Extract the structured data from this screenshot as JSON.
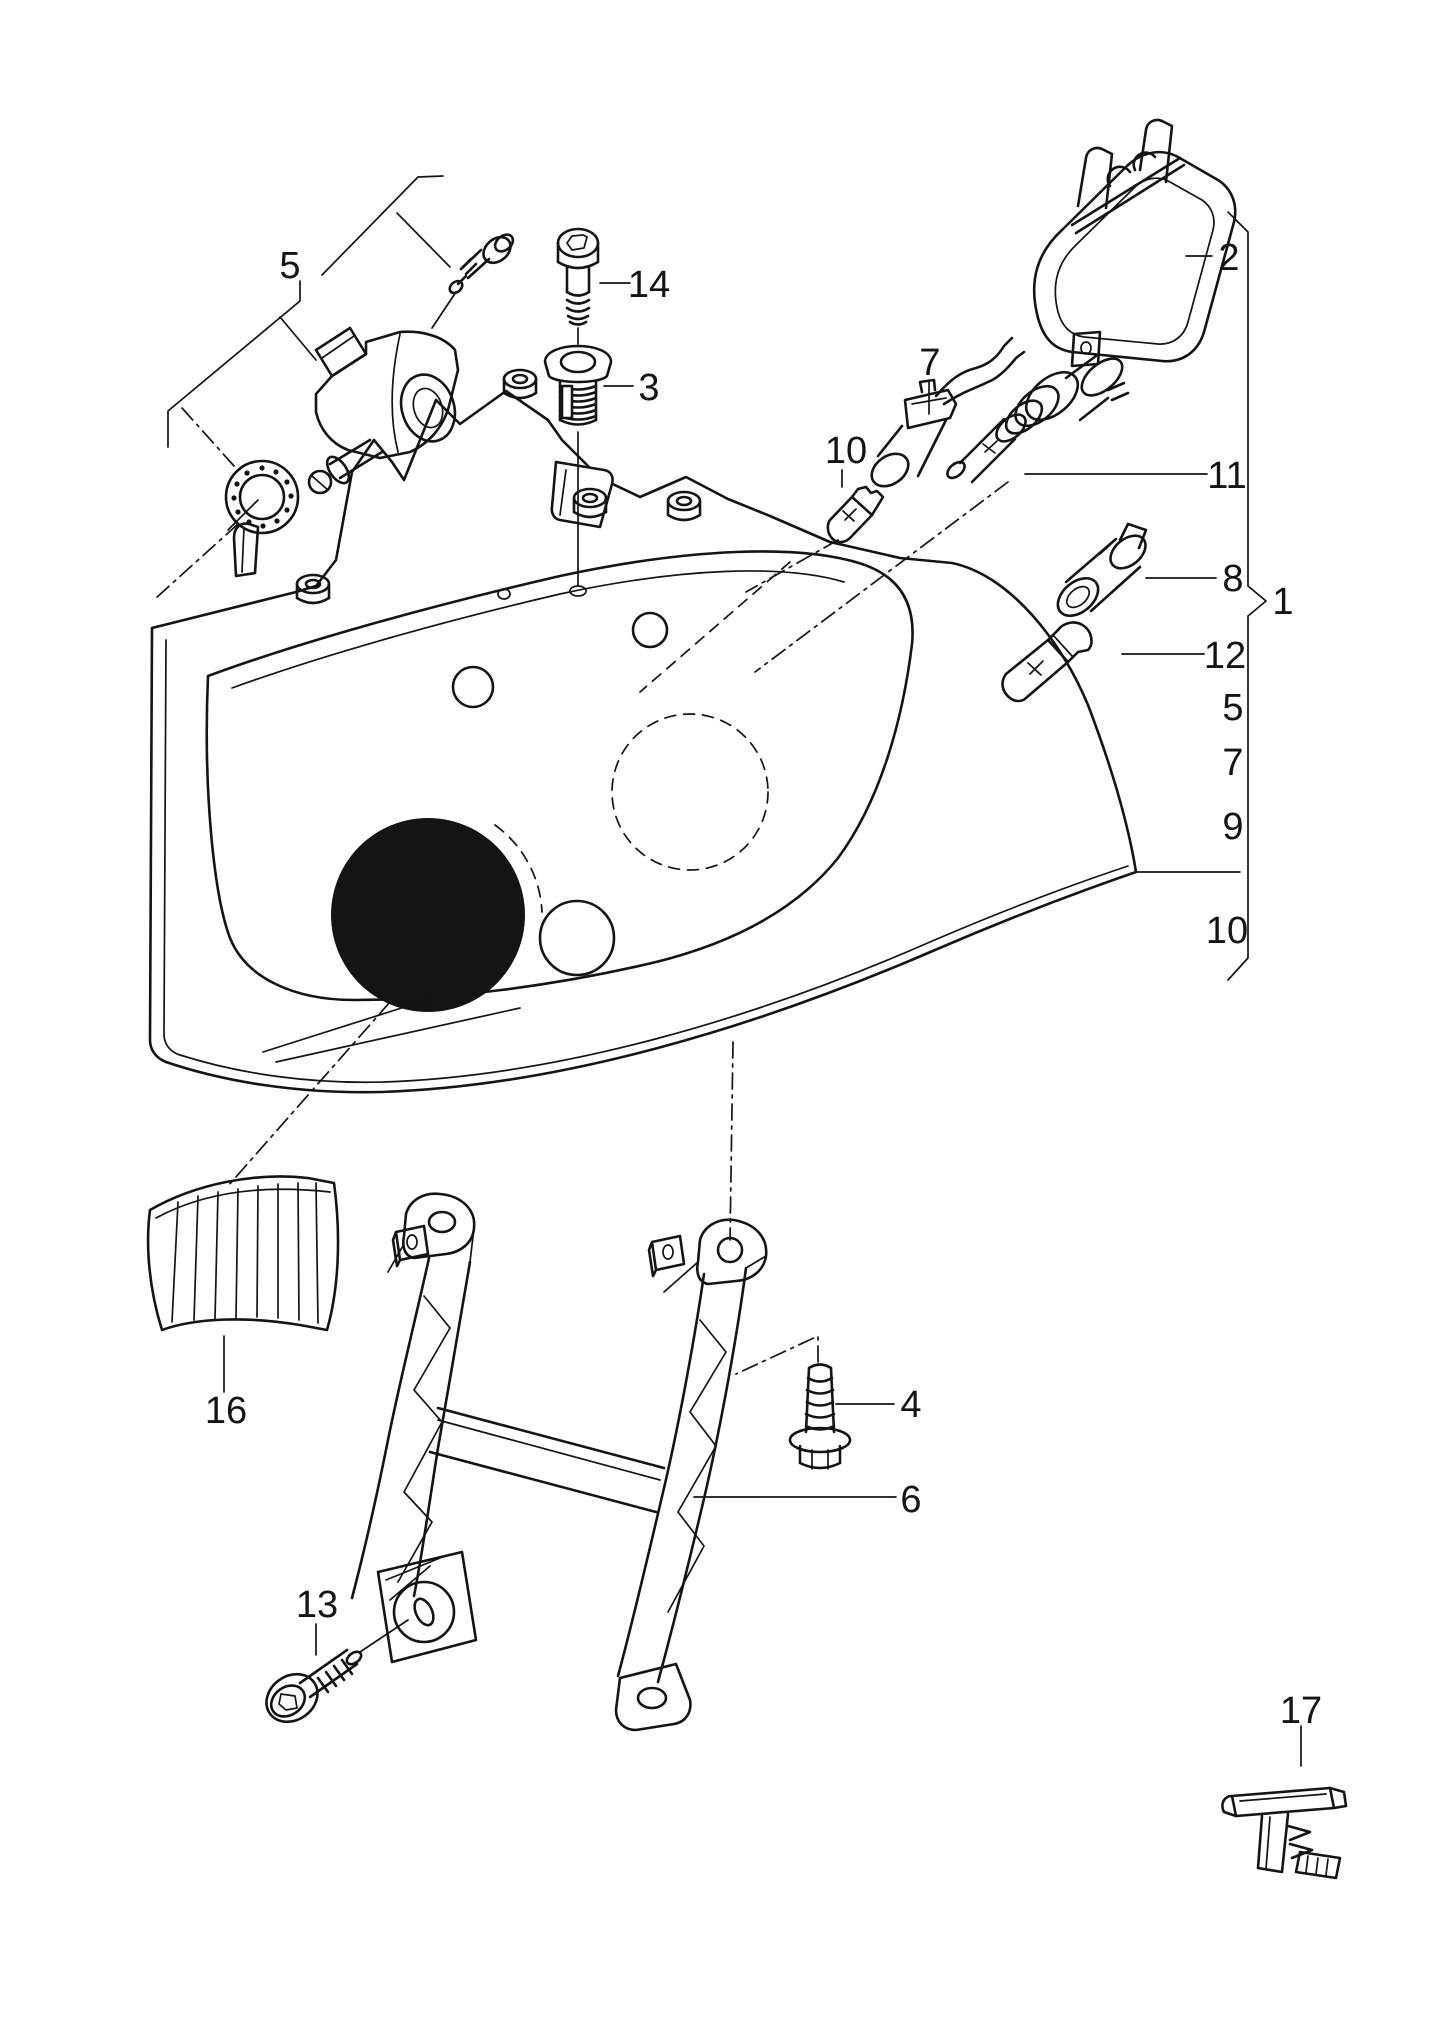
{
  "figure": {
    "kind": "exploded-parts-diagram",
    "subject": "headlight-assembly",
    "background_color": "#ffffff",
    "line_color": "#141414",
    "lens_fill_color": "#000000"
  },
  "callouts": {
    "n1": {
      "number": "1",
      "part": "headlight-assembly-group"
    },
    "n2": {
      "number": "2",
      "part": "bulb-access-cap"
    },
    "n3": {
      "number": "3",
      "part": "threaded-bushing"
    },
    "n4": {
      "number": "4",
      "part": "hex-flange-screw"
    },
    "n5_top": {
      "number": "5",
      "part": "headlight-range-control-motor"
    },
    "n5_list": {
      "number": "5",
      "part": "listed-item"
    },
    "n6": {
      "number": "6",
      "part": "mounting-bracket"
    },
    "n7_top": {
      "number": "7",
      "part": "bulb-holder-with-wiring"
    },
    "n7_list": {
      "number": "7",
      "part": "listed-item"
    },
    "n8": {
      "number": "8",
      "part": "bulb-socket"
    },
    "n9": {
      "number": "9",
      "part": "listed-item"
    },
    "n10_top": {
      "number": "10",
      "part": "wedge-base-bulb"
    },
    "n10_list": {
      "number": "10",
      "part": "listed-item"
    },
    "n11": {
      "number": "11",
      "part": "halogen-bulb"
    },
    "n12": {
      "number": "12",
      "part": "small-bulb"
    },
    "n13": {
      "number": "13",
      "part": "hex-flange-screw"
    },
    "n14": {
      "number": "14",
      "part": "socket-head-screw"
    },
    "n16": {
      "number": "16",
      "part": "ribbed-cover-trim"
    },
    "n17": {
      "number": "17",
      "part": "retaining-clip"
    }
  }
}
